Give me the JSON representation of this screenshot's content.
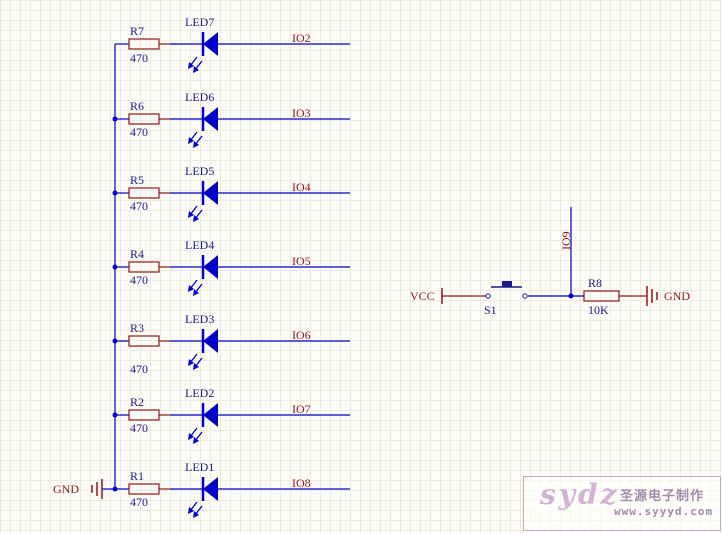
{
  "led_rows": [
    {
      "resistor": "R7",
      "value": "470",
      "led": "LED7",
      "net": "IO2"
    },
    {
      "resistor": "R6",
      "value": "470",
      "led": "LED6",
      "net": "IO3"
    },
    {
      "resistor": "R5",
      "value": "470",
      "led": "LED5",
      "net": "IO4"
    },
    {
      "resistor": "R4",
      "value": "470",
      "led": "LED4",
      "net": "IO5"
    },
    {
      "resistor": "R3",
      "value": "470",
      "led": "LED3",
      "net": "IO6"
    },
    {
      "resistor": "R2",
      "value": "470",
      "led": "LED2",
      "net": "IO7"
    },
    {
      "resistor": "R1",
      "value": "470",
      "led": "LED1",
      "net": "IO8"
    }
  ],
  "gnd_left": "GND",
  "switch_circuit": {
    "vcc": "VCC",
    "switch": "S1",
    "net": "IO9",
    "resistor": "R8",
    "resistor_value": "10K",
    "gnd": "GND"
  },
  "watermark": {
    "logo": "sydz",
    "name_cn": "圣源电子制作",
    "url": "www.syyyd.com"
  },
  "colors": {
    "wire": "#0000c8",
    "component": "#8b1a1a",
    "label": "#1c1c8c",
    "led_fill": "#0000c8"
  }
}
